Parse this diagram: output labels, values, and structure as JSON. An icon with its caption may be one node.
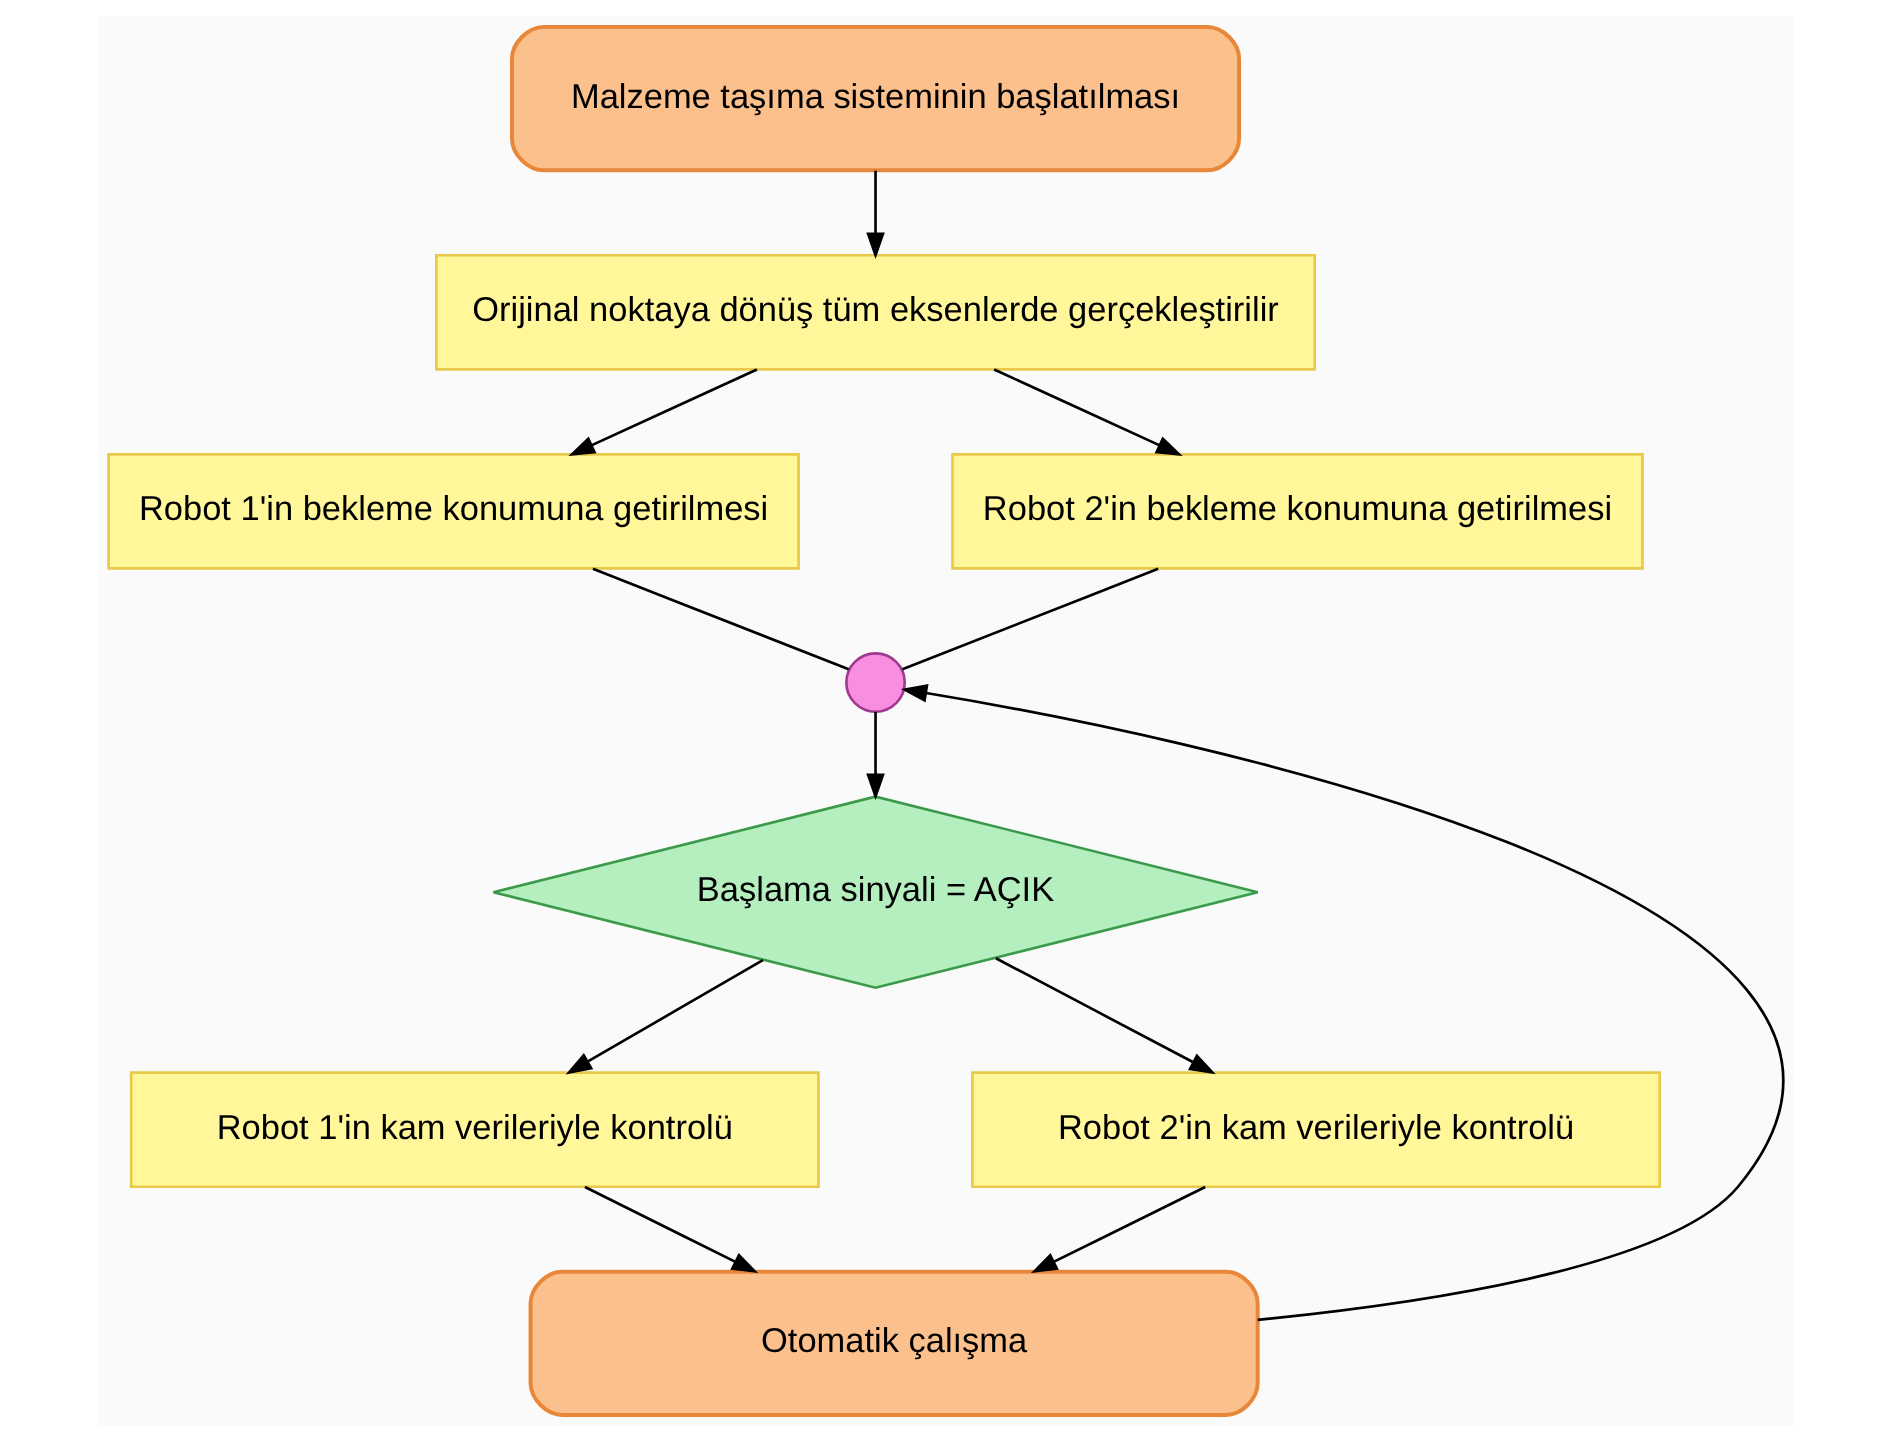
{
  "diagram": {
    "nodes": [
      {
        "text": [
          "Malzeme taşıma sisteminin başlatılması"
        ]
      },
      {
        "text": [
          "Orijinal noktaya dönüş tüm eksenlerde gerçekleştirilir"
        ]
      },
      {
        "text": [
          "Robot 1'in bekleme konumuna getirilmesi"
        ]
      },
      {
        "text": [
          "Robot 2'in bekleme konumuna getirilmesi"
        ]
      },
      {
        "text": [],
        "shape": "circle"
      },
      {
        "text": [
          "Başlama sinyali = AÇIK"
        ]
      },
      {
        "text": [
          "Robot 1'in kam verileriyle kontrolü"
        ]
      },
      {
        "text": [
          "Robot 2'in kam verileriyle kontrolü"
        ]
      },
      {
        "text": [
          "Otomatik çalışma"
        ]
      }
    ],
    "edges": [
      {
        "from": 0,
        "to": 1,
        "arrow": "to"
      },
      {
        "from": 1,
        "to": 2,
        "arrow": "to"
      },
      {
        "from": 1,
        "to": 3,
        "arrow": "to"
      },
      {
        "from": 2,
        "to": 4,
        "arrow": "none"
      },
      {
        "from": 3,
        "to": 4,
        "arrow": "none"
      },
      {
        "from": 8,
        "to": 4,
        "arrow": "to"
      },
      {
        "from": 4,
        "to": 5,
        "arrow": "to"
      },
      {
        "from": 5,
        "to": 6,
        "arrow": "to"
      },
      {
        "from": 5,
        "to": 7,
        "arrow": "to"
      },
      {
        "from": 6,
        "to": 8,
        "arrow": "to"
      },
      {
        "from": 7,
        "to": 8,
        "arrow": "to"
      }
    ]
  }
}
